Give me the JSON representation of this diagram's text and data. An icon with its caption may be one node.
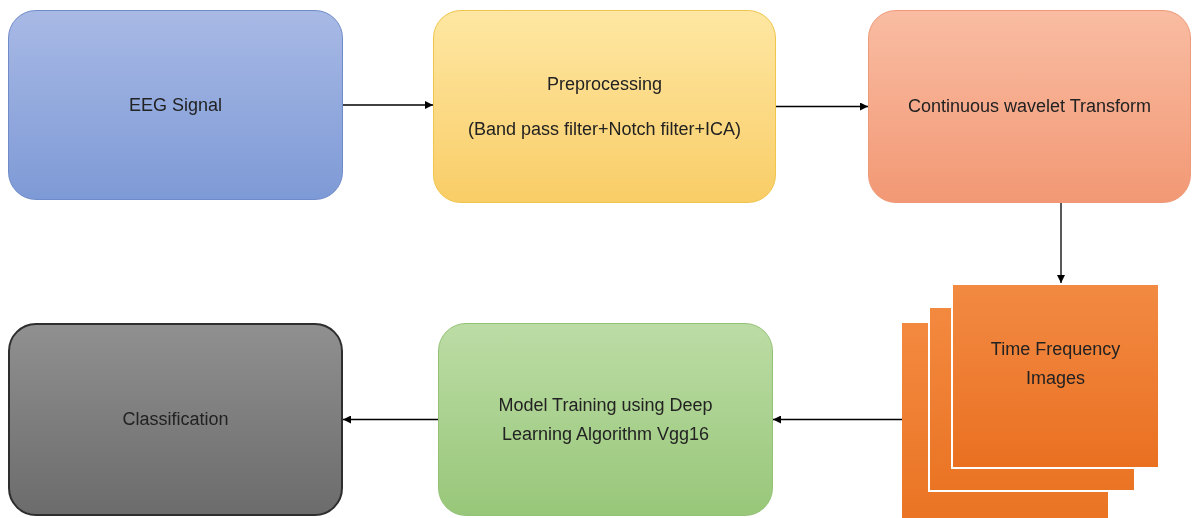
{
  "diagram": {
    "nodes": [
      {
        "text": [
          "EEG Signal"
        ]
      },
      {
        "text": [
          "Preprocessing",
          "(Band pass filter+Notch filter+ICA)"
        ]
      },
      {
        "text": [
          "Continuous wavelet Transform"
        ]
      },
      {
        "text": [
          "Time Frequency Images"
        ]
      },
      {
        "text": [
          "Model Training using Deep Learning Algorithm Vgg16"
        ]
      },
      {
        "text": [
          "Classification"
        ]
      }
    ],
    "edges": [
      {
        "from": 0,
        "to": 1,
        "arrow": "to"
      },
      {
        "from": 1,
        "to": 2,
        "arrow": "to"
      },
      {
        "from": 2,
        "to": 3,
        "arrow": "to"
      },
      {
        "from": 3,
        "to": 4,
        "arrow": "to"
      },
      {
        "from": 4,
        "to": 5,
        "arrow": "to"
      }
    ]
  }
}
